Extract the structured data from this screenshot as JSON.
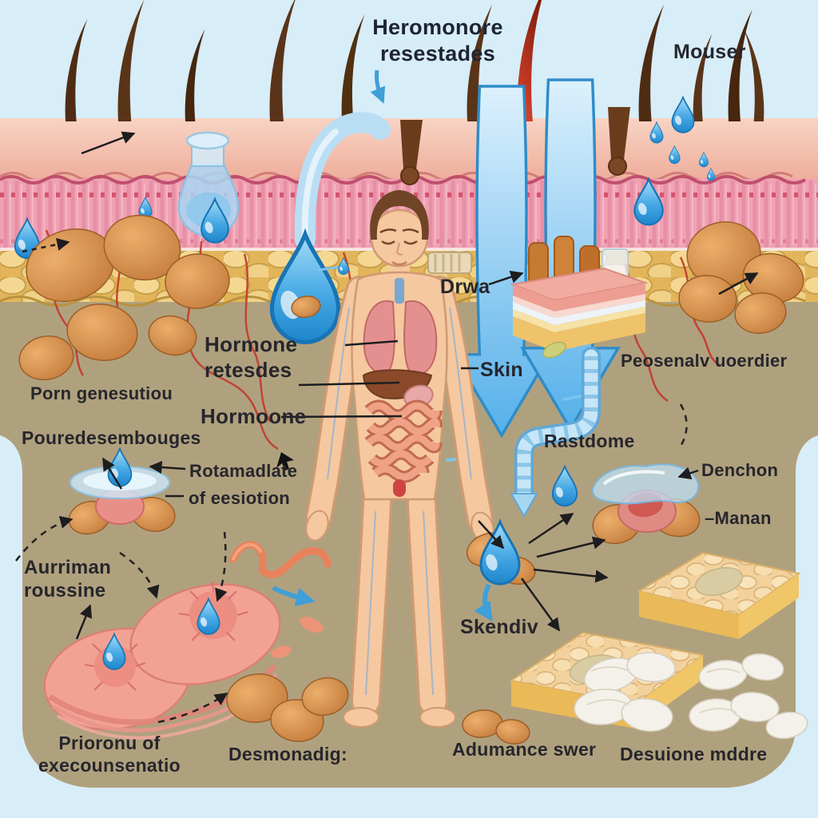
{
  "figure": {
    "title": "Heromonore resestades",
    "labels": {
      "mouser": "Mouser",
      "drwa": "Drwa",
      "hormone_release": "Hormone retesdes",
      "hormoone": "Hormoone",
      "skin": "Skin",
      "peosenalv_uoerdier": "Peosenalv uoerdier",
      "rastdome": "Rastdome",
      "denchon": "Denchon",
      "manan": "–Manan",
      "porn_genesutiou": "Porn genesutiou",
      "pouredesembouges": "Pouredesembouges",
      "rotamadlate": "Rotamadlate",
      "of_eesiotion": "of eesiotion",
      "aurriman_roussine": "Aurriman roussine",
      "prioronu_of_execounsenatio": "Prioronu of execounsenatio",
      "desmonadig": "Desmonadig:",
      "skendiv": "Skendiv",
      "adumance_swer": "Adumance swer",
      "desuione_mddre": "Desuione mddre"
    },
    "icons": {
      "water-drop-icon": "💧",
      "absorption-arrow-icon": "⬇",
      "flask-icon": "⚗",
      "pointer-arrow-icon": "➤"
    },
    "colors": {
      "background_blue": "#d7edf8",
      "ground_tan": "#b0a17e",
      "epidermis": "#f4c0ae",
      "dermis_pink": "#ef9cb0",
      "fat_yellow": "#eec56e",
      "droplet_blue": "#3fa9e8",
      "arrow_blue": "#6cc0f0",
      "hair_brown": "#55301a",
      "red_hair": "#c03420",
      "potato_brown": "#d28e48",
      "tissue_pink": "#f2a096",
      "fat_slab": "#f0c668",
      "pebble_white": "#f2efe8",
      "label_text": "#26262c"
    }
  }
}
